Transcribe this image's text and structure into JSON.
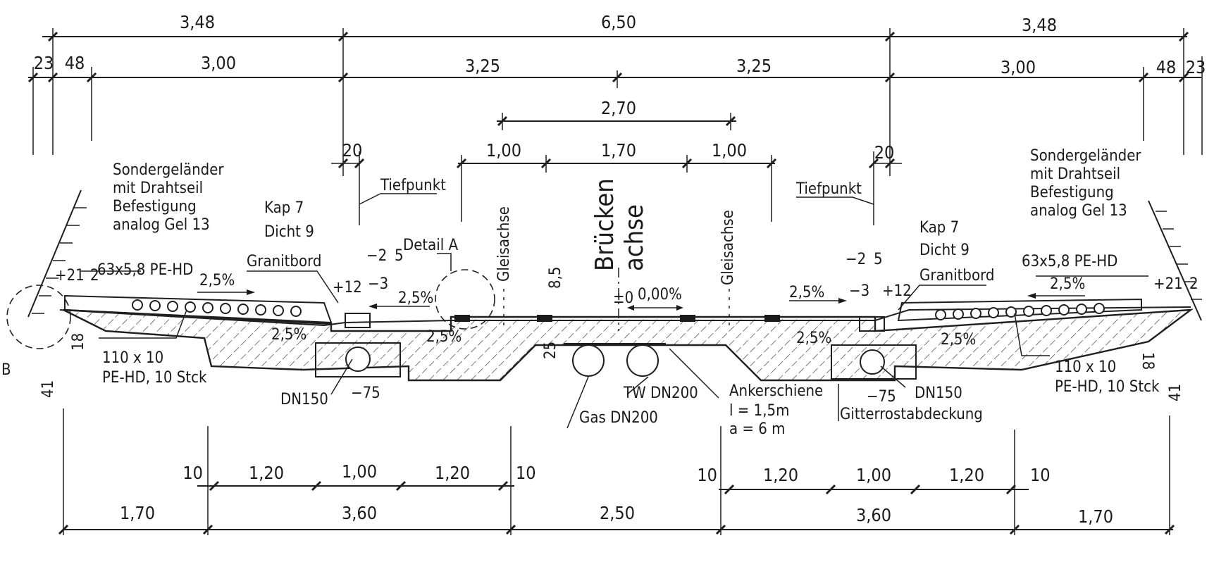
{
  "top_dims": {
    "overall_left": "3,48",
    "overall_mid": "6,50",
    "overall_right": "3,48",
    "l23": "23",
    "l48": "48",
    "l300": "3,00",
    "l325": "3,25",
    "r325": "3,25",
    "r300": "3,00",
    "r48": "48",
    "r23": "23",
    "d270": "2,70",
    "d100a": "1,00",
    "d170": "1,70",
    "d100b": "1,00",
    "d20a": "20",
    "d20b": "20"
  },
  "labels": {
    "rail_left": [
      "Sondergeländer",
      "mit Drahtseil",
      "Befestigung",
      "analog Gel 13"
    ],
    "rail_right": [
      "Sondergeländer",
      "mit Drahtseil",
      "Befestigung",
      "analog Gel 13"
    ],
    "tiefpunkt": "Tiefpunkt",
    "kap": "Kap 7",
    "dicht": "Dicht 9",
    "granitbord": "Granitbord",
    "detail_a": "Detail A",
    "gleisachse": "Gleisachse",
    "bruecken": "Brücken",
    "achse": "achse",
    "pipe_small": "63x5,8 PE-HD",
    "pipe_small_r": "63x5,8 PE-HD",
    "pct": "2,5%",
    "zero_pct": "0,00%",
    "pm0": "±0",
    "p21": "+21",
    "p12": "+12",
    "m25": "−2",
    "m3": "−3",
    "m75": "−75",
    "n5": "5",
    "n2": "2",
    "n85": "8,5",
    "n25": "25",
    "n18": "18",
    "n41": "41",
    "conduit": "110 x 10",
    "conduit2": "PE-HD, 10 Stck",
    "dn150": "DN150",
    "tw": "TW DN200",
    "gas": "Gas DN200",
    "anker": "Ankerschiene",
    "anker_l": "l  = 1,5m",
    "anker_a": "a =  6 m",
    "gitter": "Gitterrostabdeckung",
    "b": "B"
  },
  "bottom_dims": {
    "n10a": "10",
    "n120a": "1,20",
    "n100a": "1,00",
    "n120b": "1,20",
    "n10b": "10",
    "n10c": "10",
    "n120c": "1,20",
    "n100b": "1,00",
    "n120d": "1,20",
    "n10d": "10",
    "b170a": "1,70",
    "b360a": "3,60",
    "b250": "2,50",
    "b360b": "3,60",
    "b170b": "1,70"
  }
}
